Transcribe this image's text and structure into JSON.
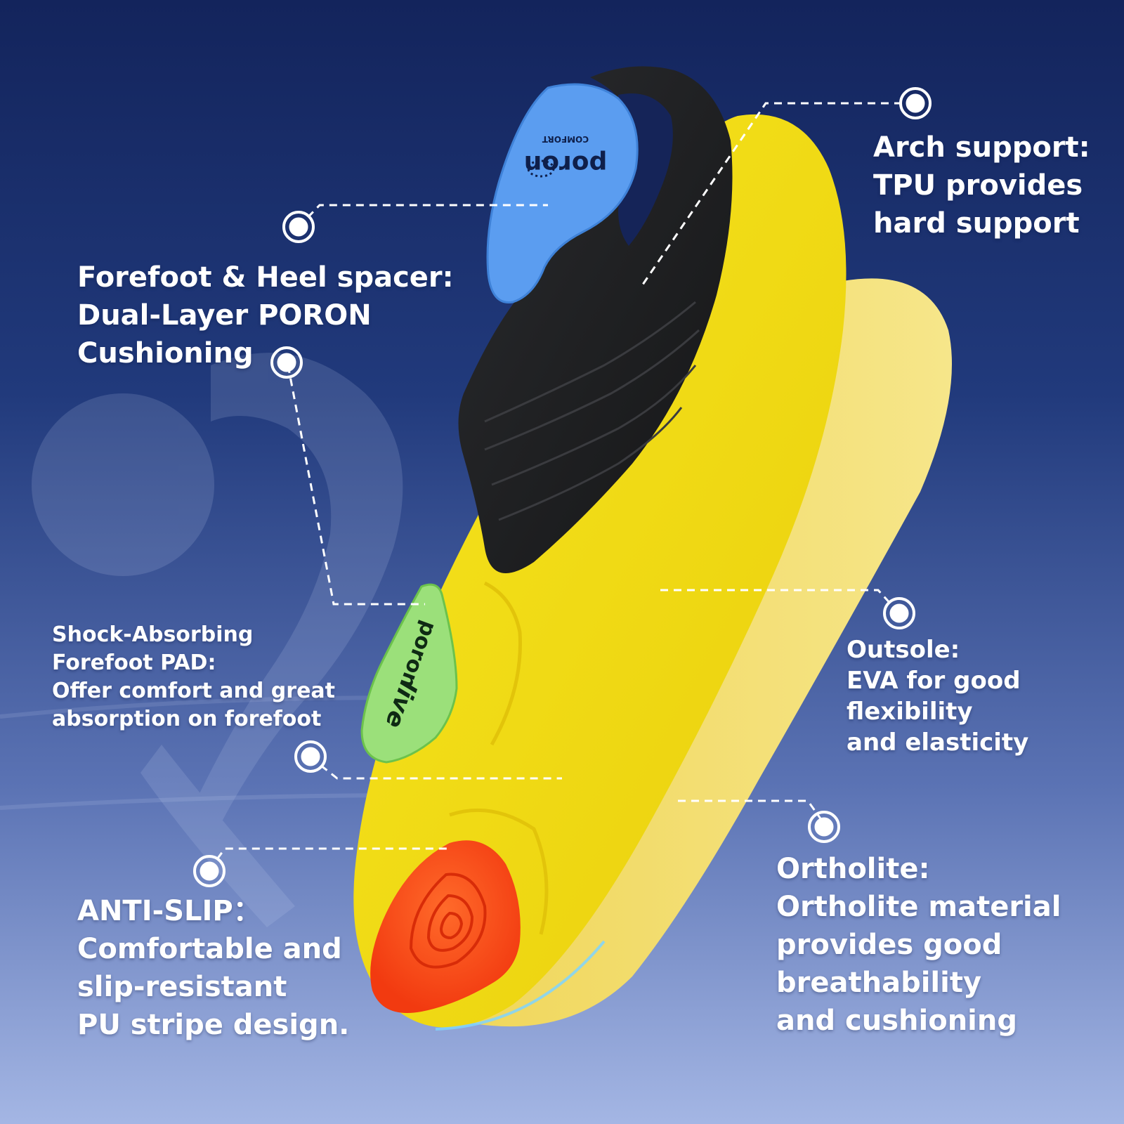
{
  "colors": {
    "background_top": "#14255e",
    "background_bottom": "#a3b6e4",
    "insole_yellow": "#f2dc14",
    "foam_yellow": "#f3e070",
    "arch_black": "#1f2022",
    "heel_pad_blue": "#5b9df0",
    "forefoot_pad_green": "#9be07a",
    "anti_slip_red": "#ff4a1c",
    "label_white": "#ffffff"
  },
  "logos": {
    "heel_pad_brand": "poron",
    "heel_pad_sub": "COMFORT",
    "forefoot_pad_brand": "poron",
    "forefoot_pad_sub": "live"
  },
  "callouts": {
    "arch_support": {
      "lines": [
        "Arch support:",
        "TPU provides",
        "hard support"
      ]
    },
    "heel_spacer": {
      "lines": [
        "Forefoot & Heel spacer:",
        "Dual-Layer PORON",
        "Cushioning"
      ]
    },
    "forefoot_pad": {
      "lines": [
        "Shock-Absorbing",
        "Forefoot PAD:",
        "Offer comfort and great",
        "absorption on forefoot"
      ]
    },
    "outsole": {
      "lines": [
        "Outsole:",
        "EVA for good",
        "flexibility",
        "and elasticity"
      ]
    },
    "ortholite": {
      "lines": [
        "Ortholite:",
        "Ortholite material",
        "provides good",
        "breathability",
        "and cushioning"
      ]
    },
    "anti_slip": {
      "lines": [
        "ANTI-SLIP：",
        "Comfortable and",
        "slip-resistant",
        "PU stripe design."
      ]
    }
  }
}
